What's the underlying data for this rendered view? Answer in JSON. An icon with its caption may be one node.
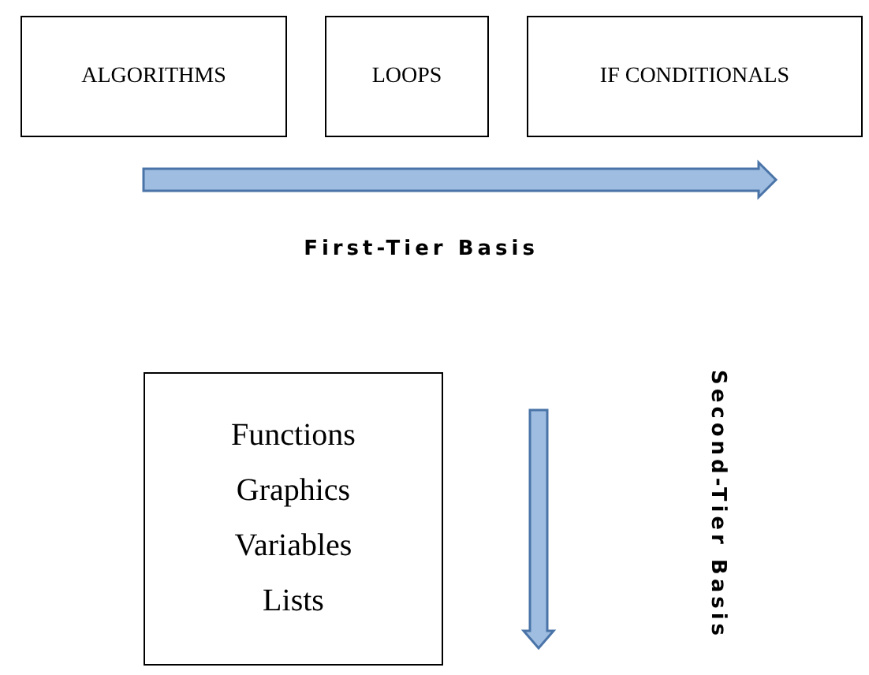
{
  "diagram": {
    "nodes": [
      {
        "text": [
          "ALGORITHMS"
        ]
      },
      {
        "text": [
          "LOOPS"
        ]
      },
      {
        "text": [
          "IF CONDITIONALS"
        ]
      },
      {
        "text": [
          "Functions",
          "Graphics",
          "Variables",
          "Lists"
        ]
      }
    ],
    "labels": [
      "First-Tier Basis",
      "Second-Tier Basis"
    ]
  }
}
